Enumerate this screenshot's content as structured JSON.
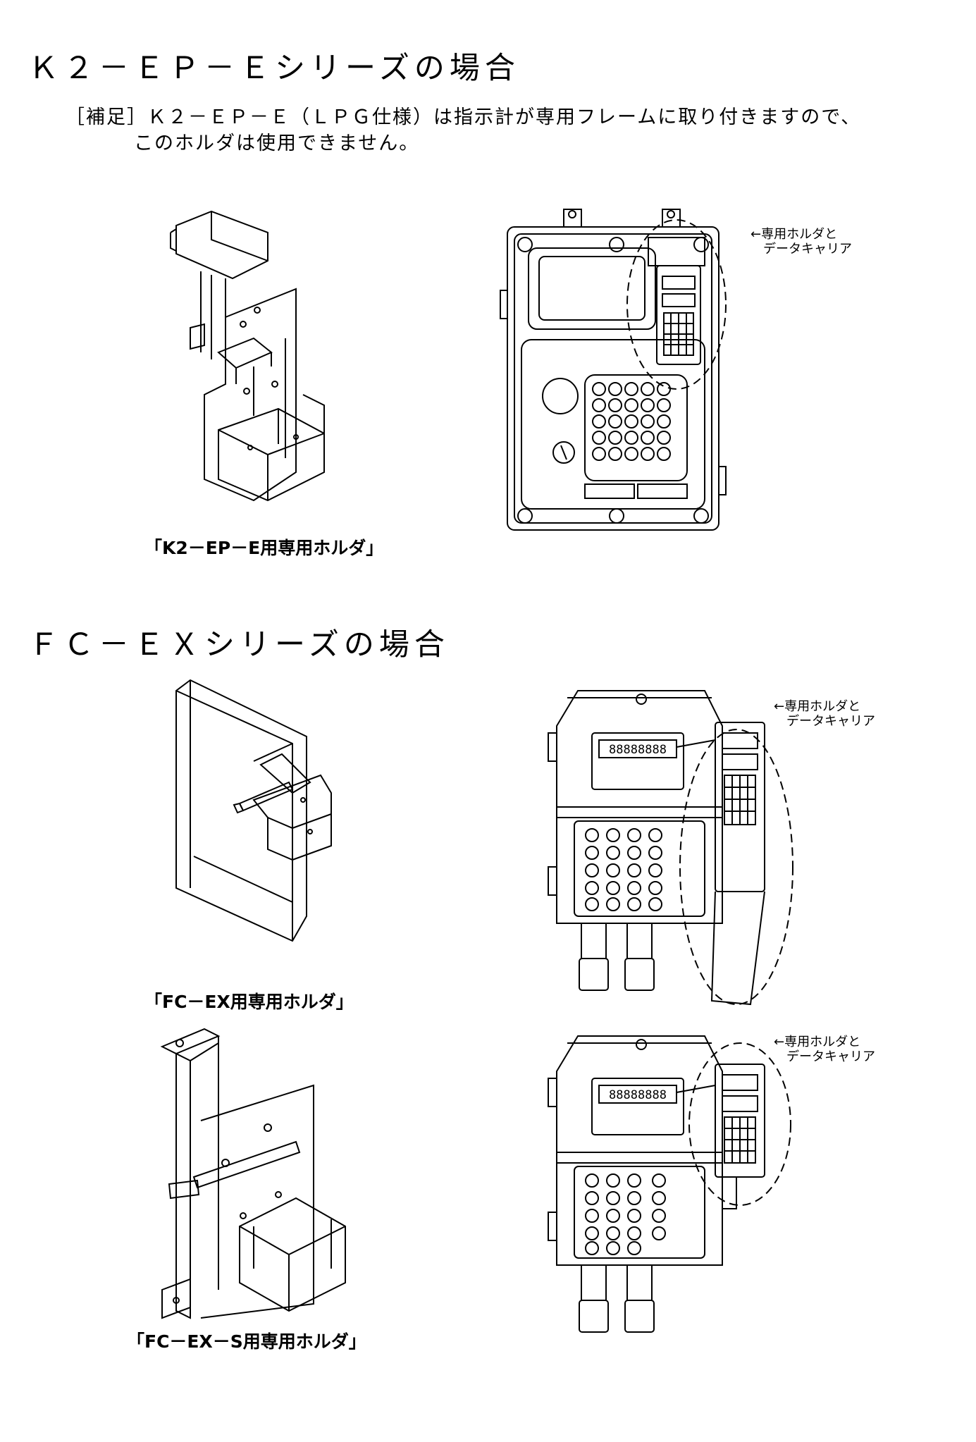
{
  "section_k2": {
    "heading": "Ｋ２－ＥＰ－Ｅシリーズの場合",
    "note_line1": "［補足］Ｋ２－ＥＰ－Ｅ（ＬＰＧ仕様）は指示計が専用フレームに取り付きますので、",
    "note_line2": "このホルダは使用できません。",
    "holder_caption": "「K2－EP－E用専用ホルダ」",
    "callout_line1": "専用ホルダと",
    "callout_line2": "データキャリア"
  },
  "section_fc": {
    "heading": "ＦＣ－ＥＸシリーズの場合",
    "holder_caption": "「FC－EX用専用ホルダ」",
    "callout_line1": "専用ホルダと",
    "callout_line2": "データキャリア",
    "display_text": "88888888"
  },
  "section_fcs": {
    "holder_caption": "「FC－EX－S用専用ホルダ」",
    "callout_line1": "専用ホルダと",
    "callout_line2": "データキャリア",
    "display_text": "88888888"
  },
  "colors": {
    "ink": "#000000",
    "paper": "#ffffff"
  }
}
